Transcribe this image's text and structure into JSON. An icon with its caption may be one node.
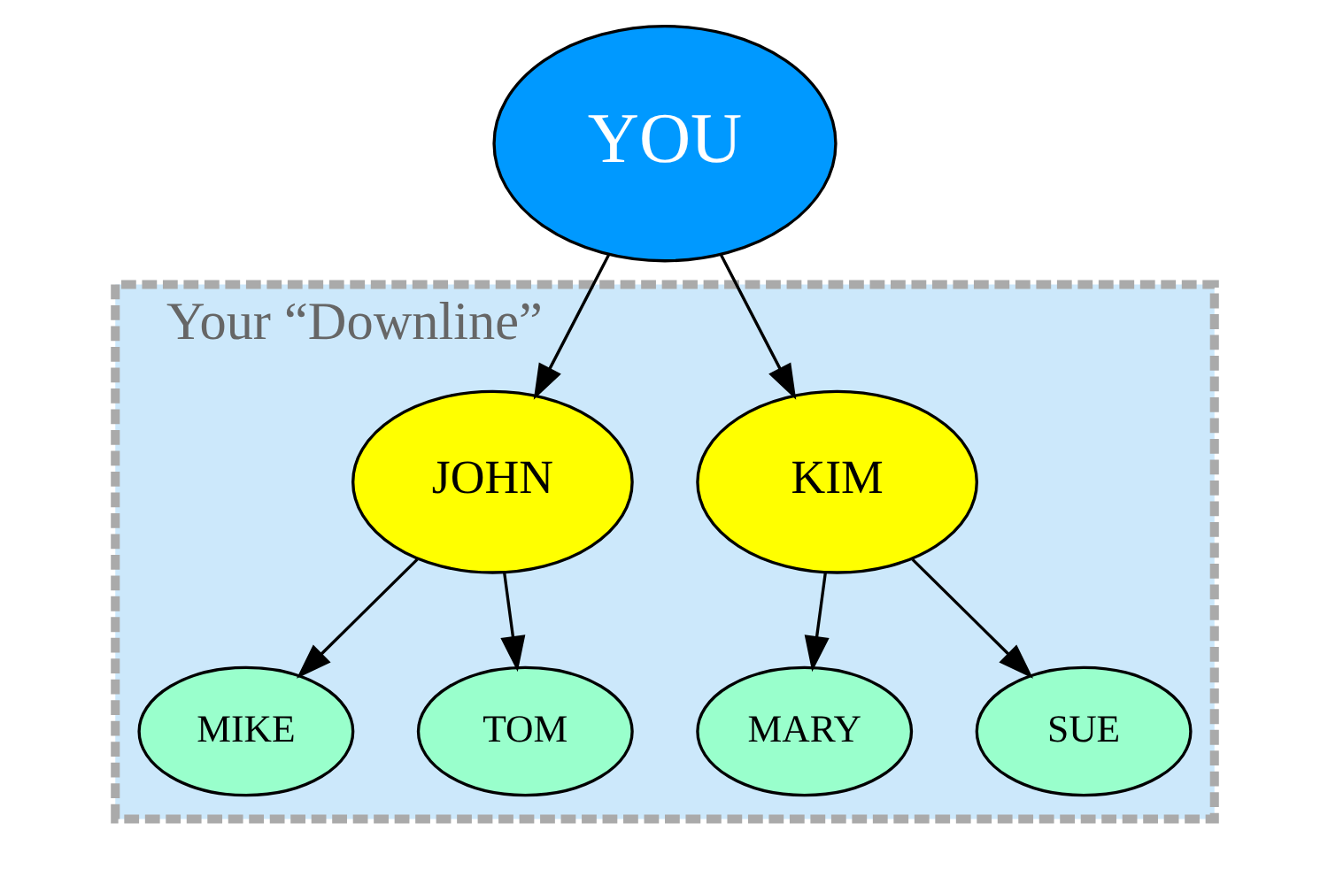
{
  "diagram": {
    "nodes": [
      {
        "text": [
          "YOU"
        ]
      },
      {
        "text": [
          "Your “Downline”"
        ]
      },
      {
        "text": [
          "KIM"
        ],
        "in": 1
      },
      {
        "text": [
          "JOHN"
        ],
        "in": 1
      },
      {
        "text": [
          "MARY"
        ],
        "in": 1
      },
      {
        "text": [
          "SUE"
        ],
        "in": 1
      },
      {
        "text": [
          "MIKE"
        ],
        "in": 1
      },
      {
        "text": [
          "TOM"
        ],
        "in": 1
      }
    ],
    "edges": [
      {
        "from": 0,
        "to": 2,
        "arrow": "to"
      },
      {
        "from": 0,
        "to": 3,
        "arrow": "to"
      },
      {
        "from": 2,
        "to": 4,
        "arrow": "to"
      },
      {
        "from": 2,
        "to": 5,
        "arrow": "to"
      },
      {
        "from": 3,
        "to": 6,
        "arrow": "to"
      },
      {
        "from": 3,
        "to": 7,
        "arrow": "to"
      }
    ]
  }
}
